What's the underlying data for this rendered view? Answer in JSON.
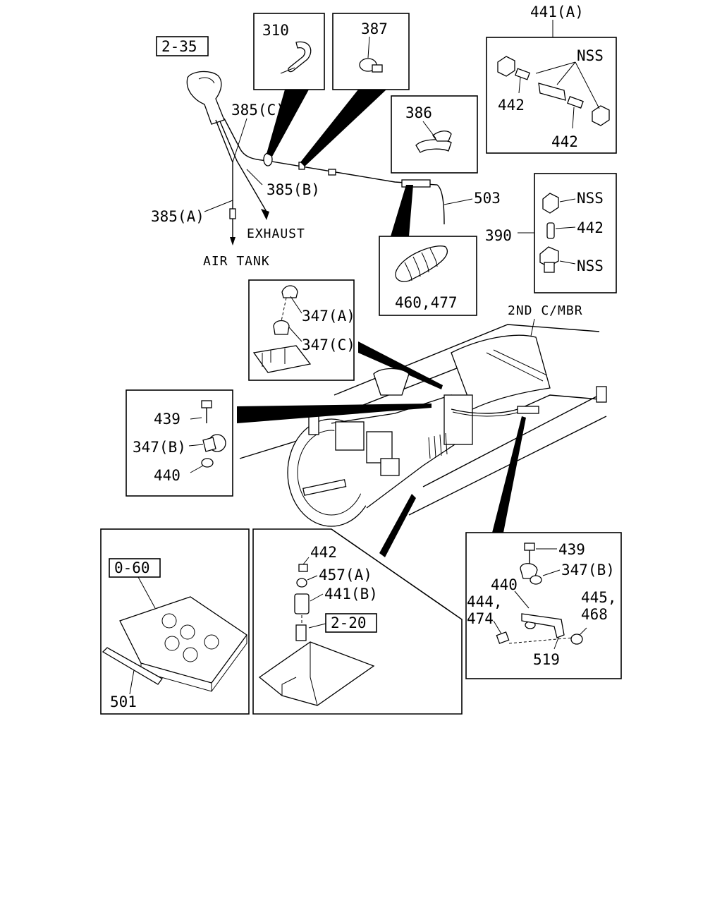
{
  "diagram": {
    "ref_boxes": {
      "ref_2_35": "2-35",
      "ref_0_60": "0-60",
      "ref_2_20": "2-20"
    },
    "callouts": {
      "p310": "310",
      "p387": "387",
      "p441a_top": "441(A)",
      "nss_441a": "NSS",
      "p442_a": "442",
      "p442_b": "442",
      "p386": "386",
      "p385c": "385(C)",
      "p385b": "385(B)",
      "p385a": "385(A)",
      "exhaust": "EXHAUST",
      "air_tank": "AIR TANK",
      "p503": "503",
      "p460_477": "460,477",
      "p390": "390",
      "nss_390_a": "NSS",
      "p442_390": "442",
      "nss_390_b": "NSS",
      "p347a": "347(A)",
      "p347c": "347(C)",
      "cross_member": "2ND C/MBR",
      "p439_left": "439",
      "p347b_left": "347(B)",
      "p440_left": "440",
      "p442_mid": "442",
      "p457a": "457(A)",
      "p441b": "441(B)",
      "p501": "501",
      "p439_right": "439",
      "p347b_right": "347(B)",
      "p440_right": "440",
      "p444_474_a": "444,",
      "p444_474_b": "474",
      "p445_468_a": "445,",
      "p445_468_b": "468",
      "p519": "519"
    }
  }
}
